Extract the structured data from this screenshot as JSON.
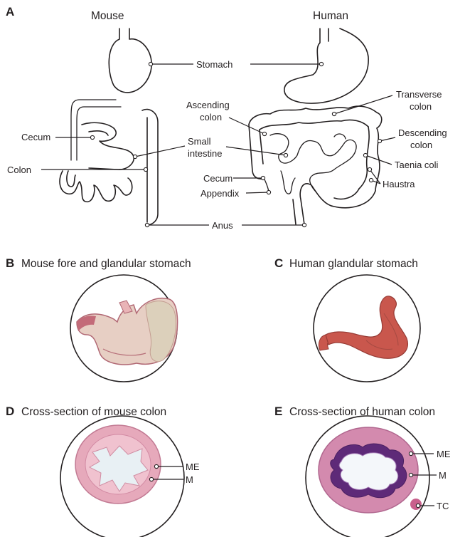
{
  "panels": {
    "a": "A",
    "b": "B",
    "c": "C",
    "d": "D",
    "e": "E"
  },
  "headers": {
    "mouse": "Mouse",
    "human": "Human"
  },
  "titles": {
    "b": "Mouse fore and glandular stomach",
    "c": "Human glandular stomach",
    "d": "Cross-section of mouse colon",
    "e": "Cross-section of human colon"
  },
  "labels": {
    "stomach": "Stomach",
    "cecum_mouse": "Cecum",
    "colon_mouse": "Colon",
    "small_intestine_1": "Small",
    "small_intestine_2": "intestine",
    "anus": "Anus",
    "ascending_1": "Ascending",
    "ascending_2": "colon",
    "cecum_human": "Cecum",
    "appendix": "Appendix",
    "transverse_1": "Transverse",
    "transverse_2": "colon",
    "descending_1": "Descending",
    "descending_2": "colon",
    "taenia": "Taenia coli",
    "haustra": "Haustra",
    "me_mouse": "ME",
    "m_mouse": "M",
    "me_human": "ME",
    "m_human": "M",
    "tc": "TC"
  },
  "colors": {
    "ink": "#231f20",
    "tissue_pink": "#e2a3b6",
    "tissue_purple": "#6a2f7e",
    "stomach_red": "#c9574d"
  }
}
